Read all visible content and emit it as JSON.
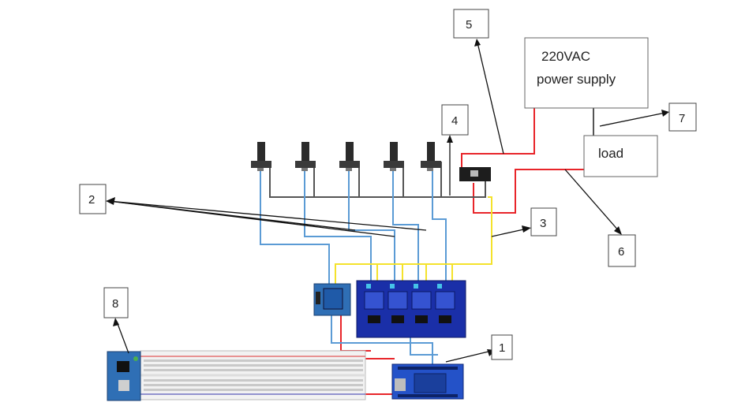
{
  "labels": {
    "n1": "1",
    "n2": "2",
    "n3": "3",
    "n4": "4",
    "n5": "5",
    "n6": "6",
    "n7": "7",
    "n8": "8"
  },
  "power_supply": {
    "line1": "220VAC",
    "line2": "power supply"
  },
  "load": {
    "label": "load"
  },
  "colors": {
    "mains_wire": "#e8252a",
    "signal_wire": "#f4e22c",
    "sensor_wire": "#5b9bd5",
    "ground_wire": "#5a5a5a",
    "relay_board": "#1a2fa8",
    "module": "#2f6fb5",
    "breadboard": "#f2f2f2"
  }
}
